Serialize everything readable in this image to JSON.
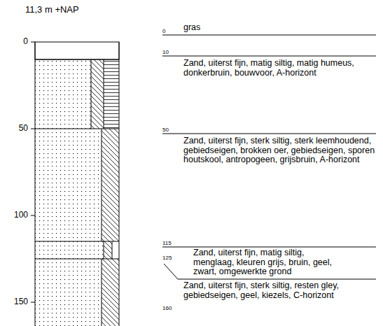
{
  "diagram": {
    "title": "11,3 m +NAP",
    "labels": [
      "0",
      "50",
      "100",
      "150",
      "0",
      "gras",
      "10",
      "Zand, uiterst fijn, matig siltig, matig humeus, donkerbruin, bouwvoor, A-horizont",
      "50",
      "Zand, uiterst fijn, sterk siltig, sterk leemhoudend, gebiedseigen, brokken oer, gebiedseigen, sporen houtskool, antropogeen, grijsbruin, A-horizont",
      "115",
      "125",
      "Zand, uiterst fijn, matig siltig, menglaag, kleuren grijs, bruin, geel, zwart, omgewerkte grond",
      "Zand, uiterst fijn, sterk siltig, resten gley, gebiedseigen, geel, kiezels, C-horizont",
      "160"
    ]
  }
}
